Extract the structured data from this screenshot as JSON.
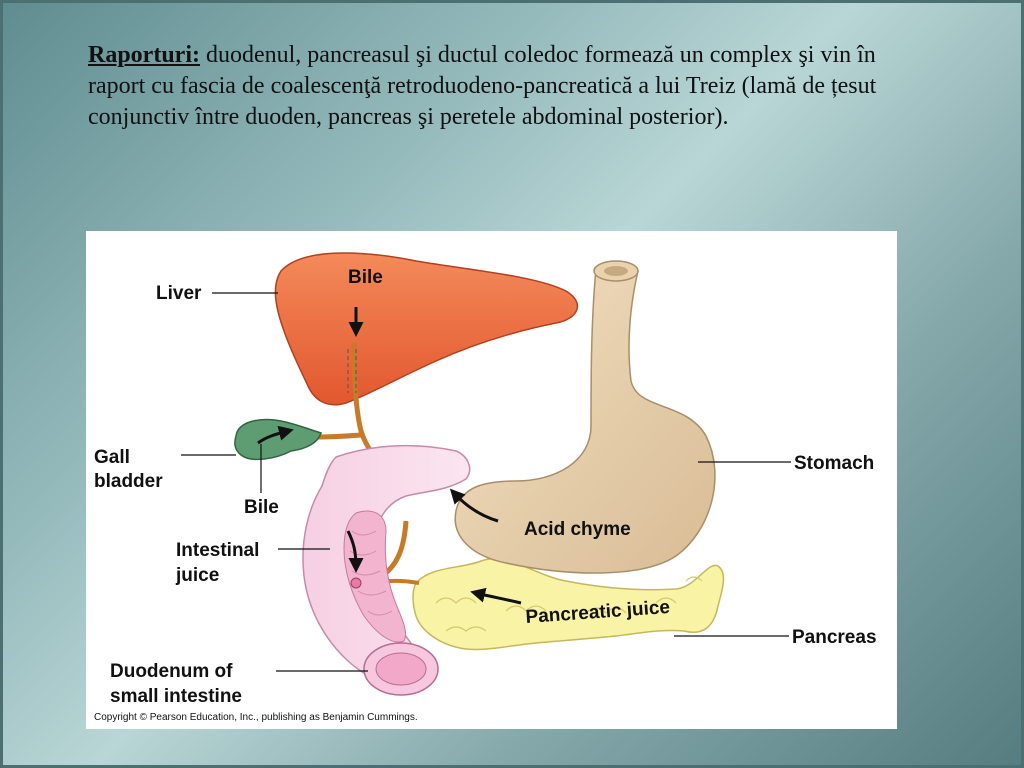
{
  "text": {
    "lead": "Raporturi:",
    "body": " duodenul, pancreasul şi ductul coledoc formează un complex şi vin în raport cu fascia de coalescenţă retroduodeno-pancreatică a lui Treiz (lamă de țesut conjunctiv între duoden, pancreas şi peretele abdominal posterior)."
  },
  "figure": {
    "labels": {
      "liver": "Liver",
      "bile_top": "Bile",
      "gall_1": "Gall",
      "gall_2": "bladder",
      "bile_bottom": "Bile",
      "intestinal_1": "Intestinal",
      "intestinal_2": "juice",
      "duodenum_1": "Duodenum of",
      "duodenum_2": "small intestine",
      "stomach": "Stomach",
      "acid_chyme": "Acid chyme",
      "pancreatic_juice": "Pancreatic juice",
      "pancreas": "Pancreas"
    },
    "copyright": "Copyright © Pearson Education, Inc., publishing as Benjamin Cummings."
  }
}
